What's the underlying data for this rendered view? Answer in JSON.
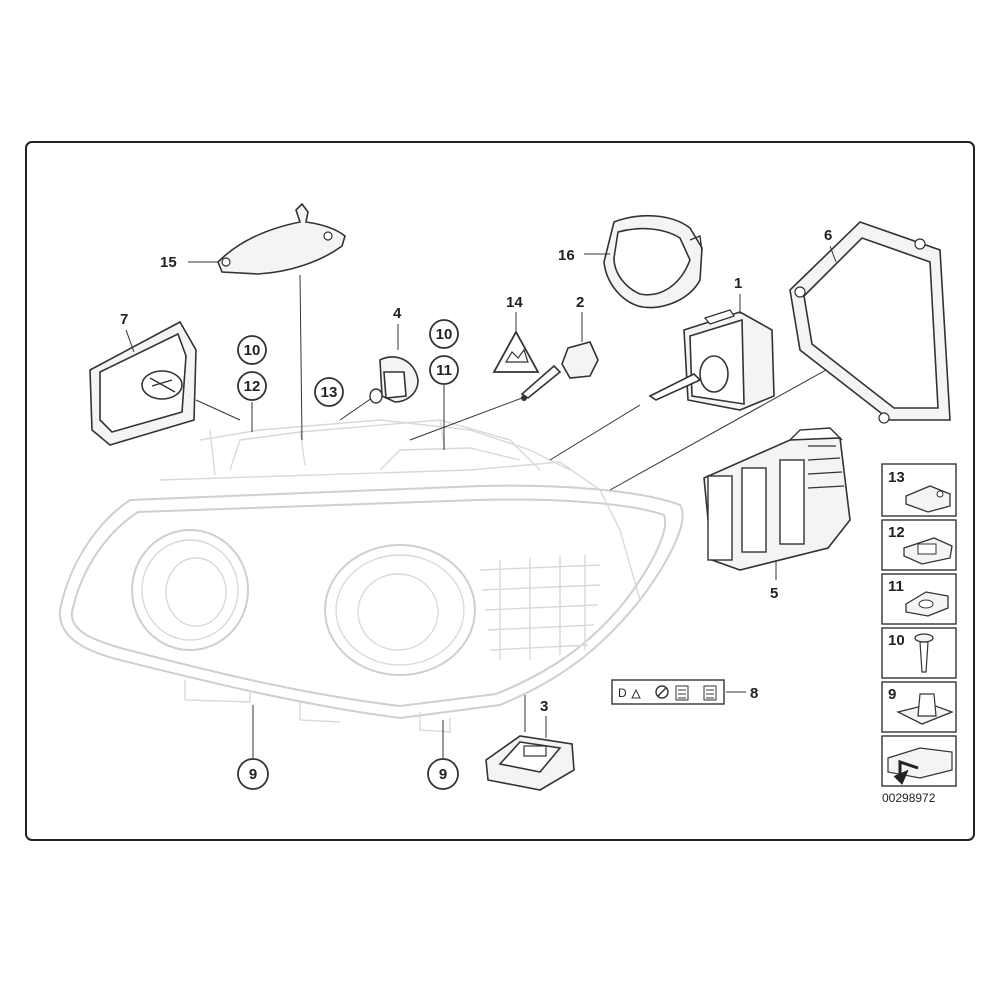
{
  "labels": {
    "p1": "1",
    "p2": "2",
    "p3": "3",
    "p4": "4",
    "p5": "5",
    "p6": "6",
    "p7": "7",
    "p8": "8",
    "p9a": "9",
    "p9b": "9",
    "p10a": "10",
    "p10b": "10",
    "p11": "11",
    "p12": "12",
    "p13": "13",
    "p14": "14",
    "p15": "15",
    "p16": "16"
  },
  "legend": {
    "items": [
      "13",
      "12",
      "11",
      "10",
      "9"
    ]
  },
  "diagram_code": "00298972"
}
